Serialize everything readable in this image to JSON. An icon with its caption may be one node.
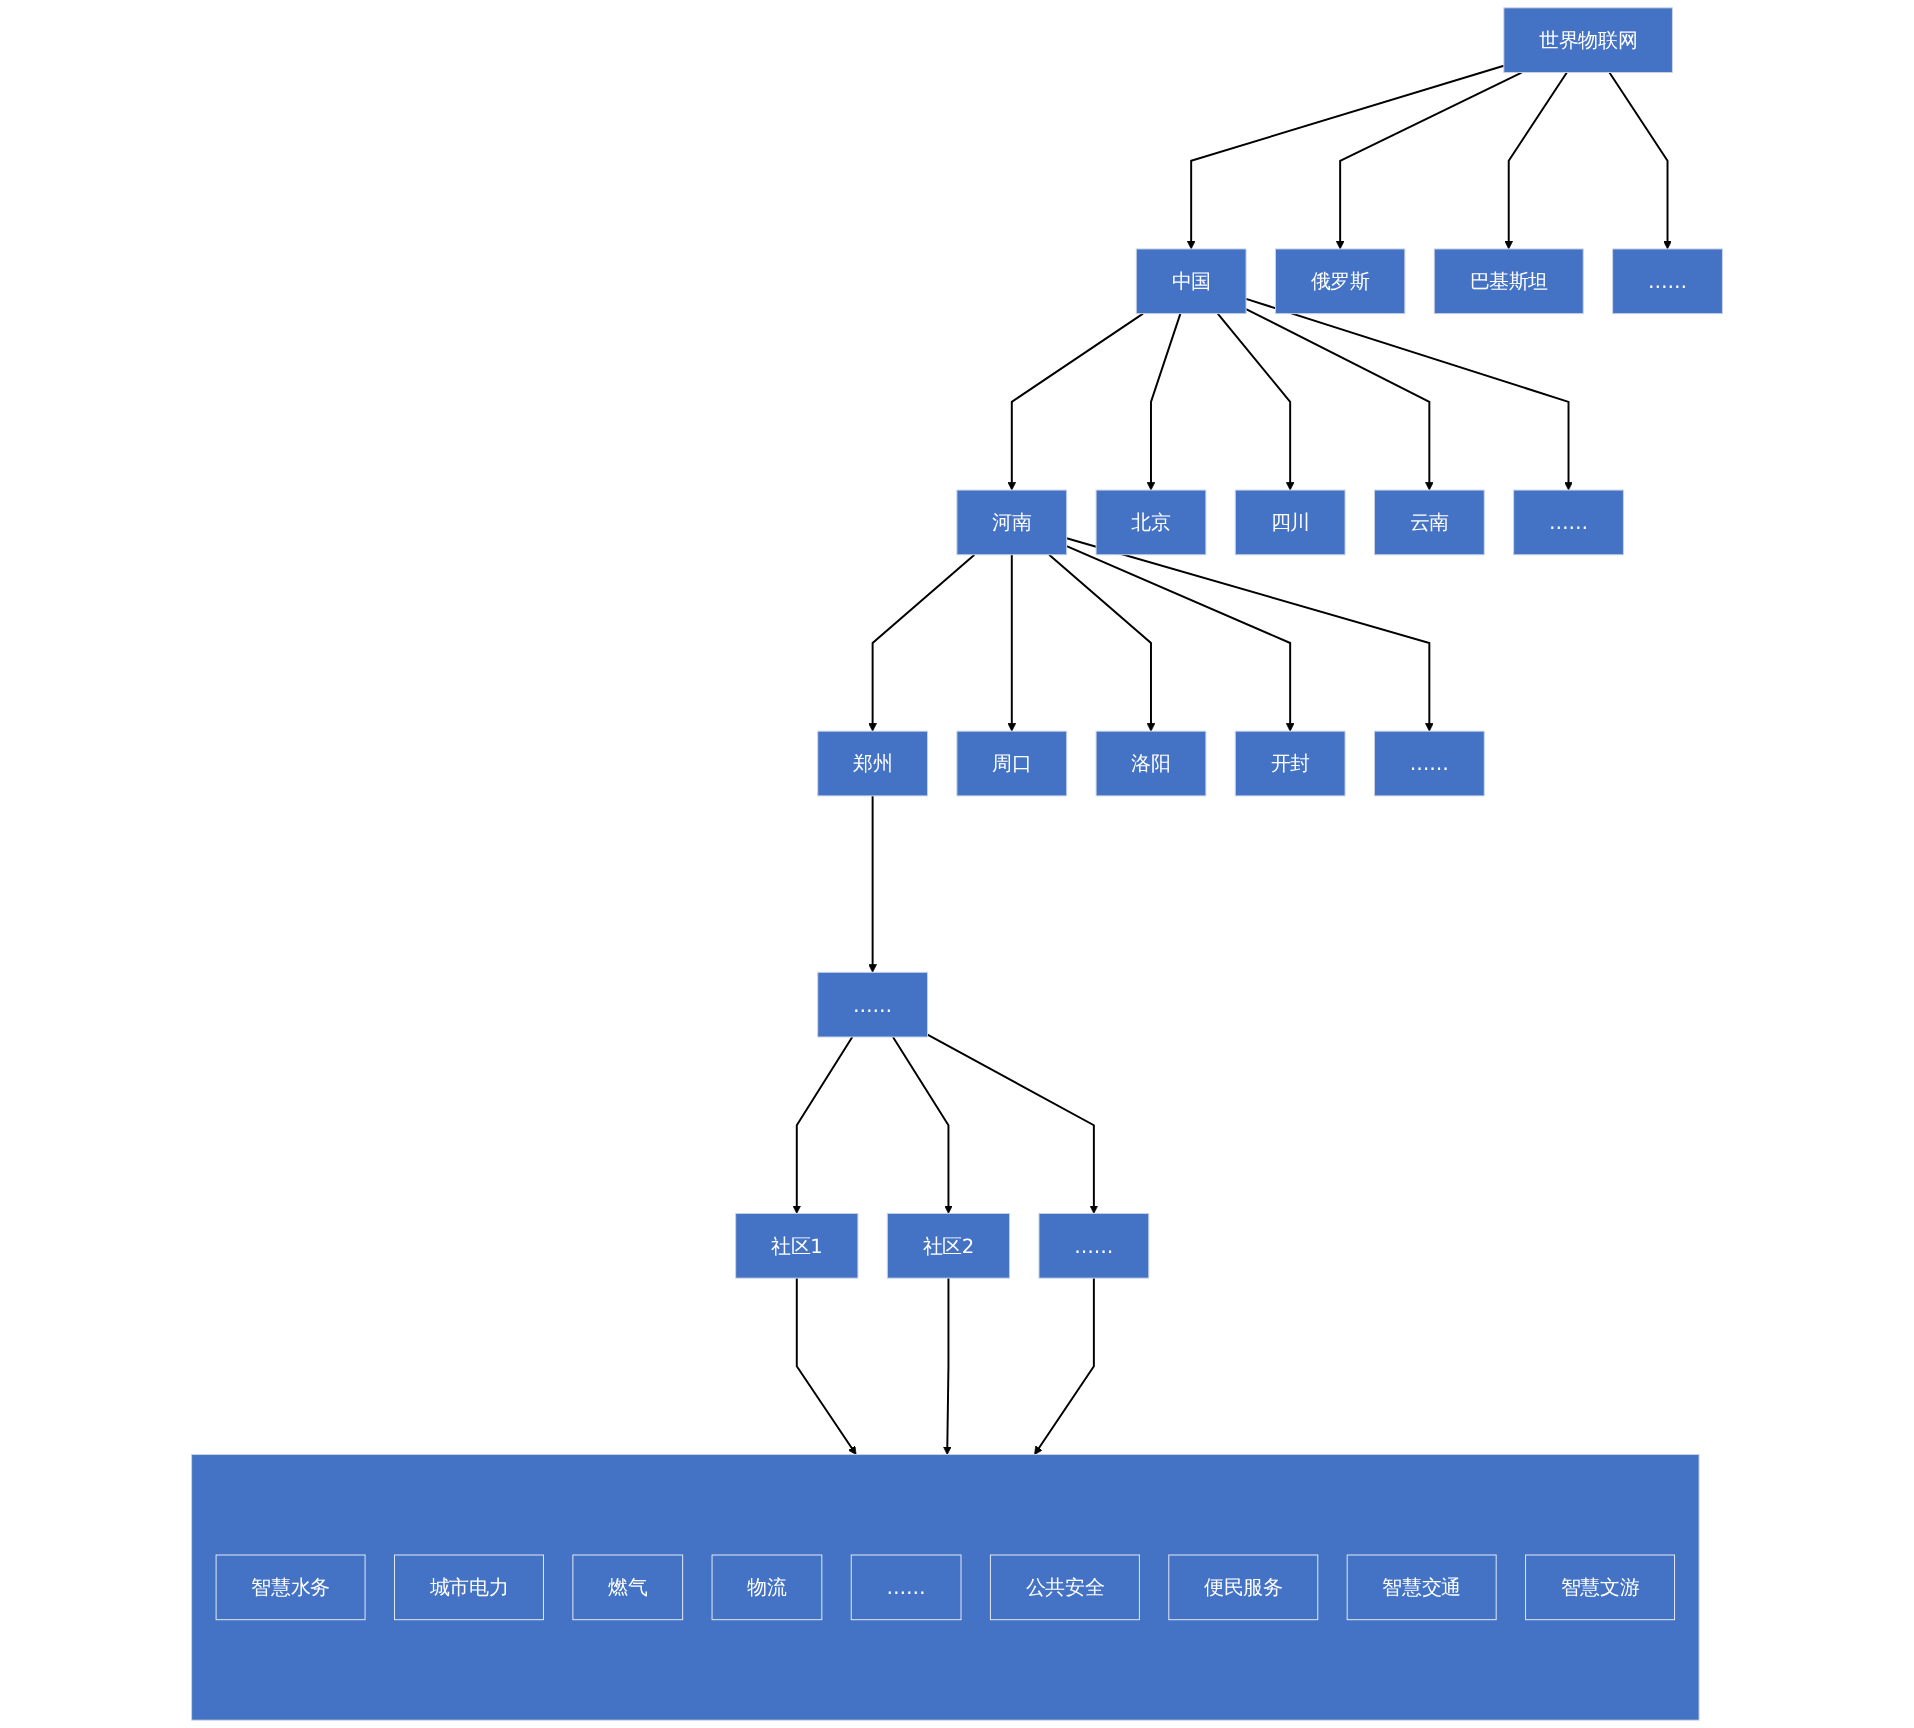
{
  "diagram": {
    "nodes": [
      {
        "text": [
          "世界物联网"
        ]
      },
      {
        "text": [
          "中国"
        ]
      },
      {
        "text": [
          "俄罗斯"
        ]
      },
      {
        "text": [
          "巴基斯坦"
        ]
      },
      {
        "text": [
          "……"
        ]
      },
      {
        "text": [
          "河南"
        ]
      },
      {
        "text": [
          "北京"
        ]
      },
      {
        "text": [
          "四川"
        ]
      },
      {
        "text": [
          "云南"
        ]
      },
      {
        "text": [
          "……"
        ]
      },
      {
        "text": [
          "郑州"
        ]
      },
      {
        "text": [
          "周口"
        ]
      },
      {
        "text": [
          "洛阳"
        ]
      },
      {
        "text": [
          "开封"
        ]
      },
      {
        "text": [
          "……"
        ]
      },
      {
        "text": [
          "……"
        ]
      },
      {
        "text": [
          "社区1"
        ]
      },
      {
        "text": [
          "社区2"
        ]
      },
      {
        "text": [
          "……"
        ]
      },
      {
        "text": [],
        "shape": "box"
      },
      {
        "text": [
          "智慧水务"
        ],
        "in": 19
      },
      {
        "text": [
          "城市电力"
        ],
        "in": 19
      },
      {
        "text": [
          "燃气"
        ],
        "in": 19
      },
      {
        "text": [
          "物流"
        ],
        "in": 19
      },
      {
        "text": [
          "……"
        ],
        "in": 19
      },
      {
        "text": [
          "公共安全"
        ],
        "in": 19
      },
      {
        "text": [
          "便民服务"
        ],
        "in": 19
      },
      {
        "text": [
          "智慧交通"
        ],
        "in": 19
      },
      {
        "text": [
          "智慧文游"
        ],
        "in": 19
      }
    ],
    "edges": [
      {
        "from": 0,
        "to": 1,
        "arrow": "to"
      },
      {
        "from": 0,
        "to": 2,
        "arrow": "to"
      },
      {
        "from": 0,
        "to": 3,
        "arrow": "to"
      },
      {
        "from": 0,
        "to": 4,
        "arrow": "to"
      },
      {
        "from": 1,
        "to": 5,
        "arrow": "to"
      },
      {
        "from": 1,
        "to": 6,
        "arrow": "to"
      },
      {
        "from": 1,
        "to": 7,
        "arrow": "to"
      },
      {
        "from": 1,
        "to": 8,
        "arrow": "to"
      },
      {
        "from": 1,
        "to": 9,
        "arrow": "to"
      },
      {
        "from": 5,
        "to": 10,
        "arrow": "to"
      },
      {
        "from": 5,
        "to": 11,
        "arrow": "to"
      },
      {
        "from": 5,
        "to": 12,
        "arrow": "to"
      },
      {
        "from": 5,
        "to": 13,
        "arrow": "to"
      },
      {
        "from": 5,
        "to": 14,
        "arrow": "to"
      },
      {
        "from": 10,
        "to": 15,
        "arrow": "to"
      },
      {
        "from": 15,
        "to": 16,
        "arrow": "to"
      },
      {
        "from": 15,
        "to": 17,
        "arrow": "to"
      },
      {
        "from": 15,
        "to": 18,
        "arrow": "to"
      },
      {
        "from": 16,
        "to": 19,
        "arrow": "to"
      },
      {
        "from": 17,
        "to": 19,
        "arrow": "to"
      },
      {
        "from": 18,
        "to": 19,
        "arrow": "to"
      }
    ]
  }
}
